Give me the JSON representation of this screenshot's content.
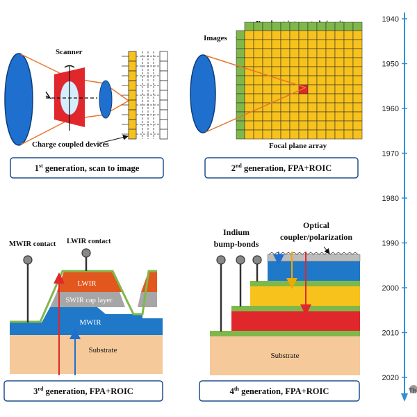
{
  "panel1": {
    "scanner_label": "Scanner",
    "ccd_label": "Charge coupled devices",
    "caption_main": "1",
    "caption_sup": "st",
    "caption_rest": " generation, scan to image"
  },
  "panel2": {
    "roic_label": "Read out integrated circuit",
    "images_label": "Images",
    "fpa_label": "Focal plane array",
    "caption_main": "2",
    "caption_sup": "nd",
    "caption_rest": " generation, FPA+ROIC"
  },
  "panel3": {
    "mwir_contact": "MWIR contact",
    "lwir_contact": "LWIR contact",
    "lwir": "LWIR",
    "swir_cap": "SWIR cap layer",
    "mwir": "MWIR",
    "substrate": "Substrate",
    "caption_main": "3",
    "caption_sup": "rd",
    "caption_rest": " generation, FPA+ROIC"
  },
  "panel4": {
    "indium_line1": "Indium",
    "indium_line2": "bump-bonds",
    "optical_line1": "Optical",
    "optical_line2": "coupler/polarization",
    "substrate": "Substrate",
    "caption_main": "4",
    "caption_sup": "th",
    "caption_rest": " generation, FPA+ROIC"
  },
  "timeline": {
    "years": [
      "1940",
      "1950",
      "1960",
      "1970",
      "1980",
      "1990",
      "2000",
      "2010",
      "2020"
    ],
    "partial_text": "Th"
  },
  "colors": {
    "lens_blue": "#1f6fcf",
    "orange_ray": "#e8742a",
    "scanner_red": "#e0272b",
    "fpa_yellow": "#f7c21b",
    "roic_green": "#7fb84a",
    "lwir_orange": "#e2571d",
    "swir_gray": "#a6a6a6",
    "mwir_blue": "#1f78c8",
    "substrate_tan": "#f6c99a",
    "caption_border": "#1f4e8c"
  }
}
